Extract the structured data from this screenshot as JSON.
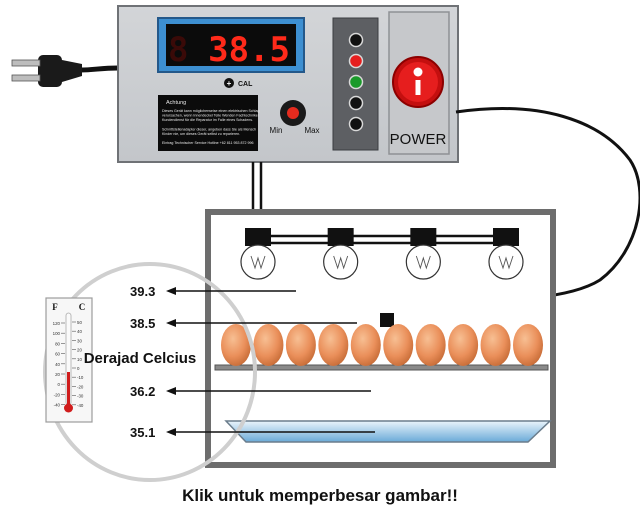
{
  "controller": {
    "display_value": "38.5",
    "cal_label": "CAL",
    "knob_min": "Min",
    "knob_max": "Max",
    "power_label": "POWER",
    "notice_title": "Achtung",
    "notice_lines": [
      "Dieses Gerät kann möglicherweise einen elektrischen Schlag",
      "verursachen, wenn Innendeckel Teile Wenden Fachtechniker",
      "Kundendienst für die Reparatur im Falle eines Schadens.",
      "",
      "Schnittstellenadapter dieser, angeben dass Sie als Mensch",
      "Kinder nie, um dieses Gerät selbst zu reparieren.",
      "",
      "Eintrag Technischer Service Hotline +62 811 953 872 996"
    ],
    "led_colors": [
      "#111111",
      "#e61e1e",
      "#1a9a2a",
      "#111111",
      "#111111"
    ]
  },
  "incubator": {
    "levels": [
      "39.3",
      "38.5",
      "36.2",
      "35.1"
    ],
    "egg_count": 10,
    "bulb_count": 4
  },
  "thermometer": {
    "label": "Derajad Celcius",
    "f_header": "F",
    "c_header": "C",
    "f_ticks": [
      "120",
      "100",
      "80",
      "60",
      "40",
      "20",
      "0",
      "-20",
      "-40"
    ],
    "c_ticks": [
      "50",
      "40",
      "30",
      "20",
      "10",
      "0",
      "-10",
      "-20",
      "-30",
      "-40"
    ]
  },
  "caption": "Klik untuk memperbesar gambar!!"
}
